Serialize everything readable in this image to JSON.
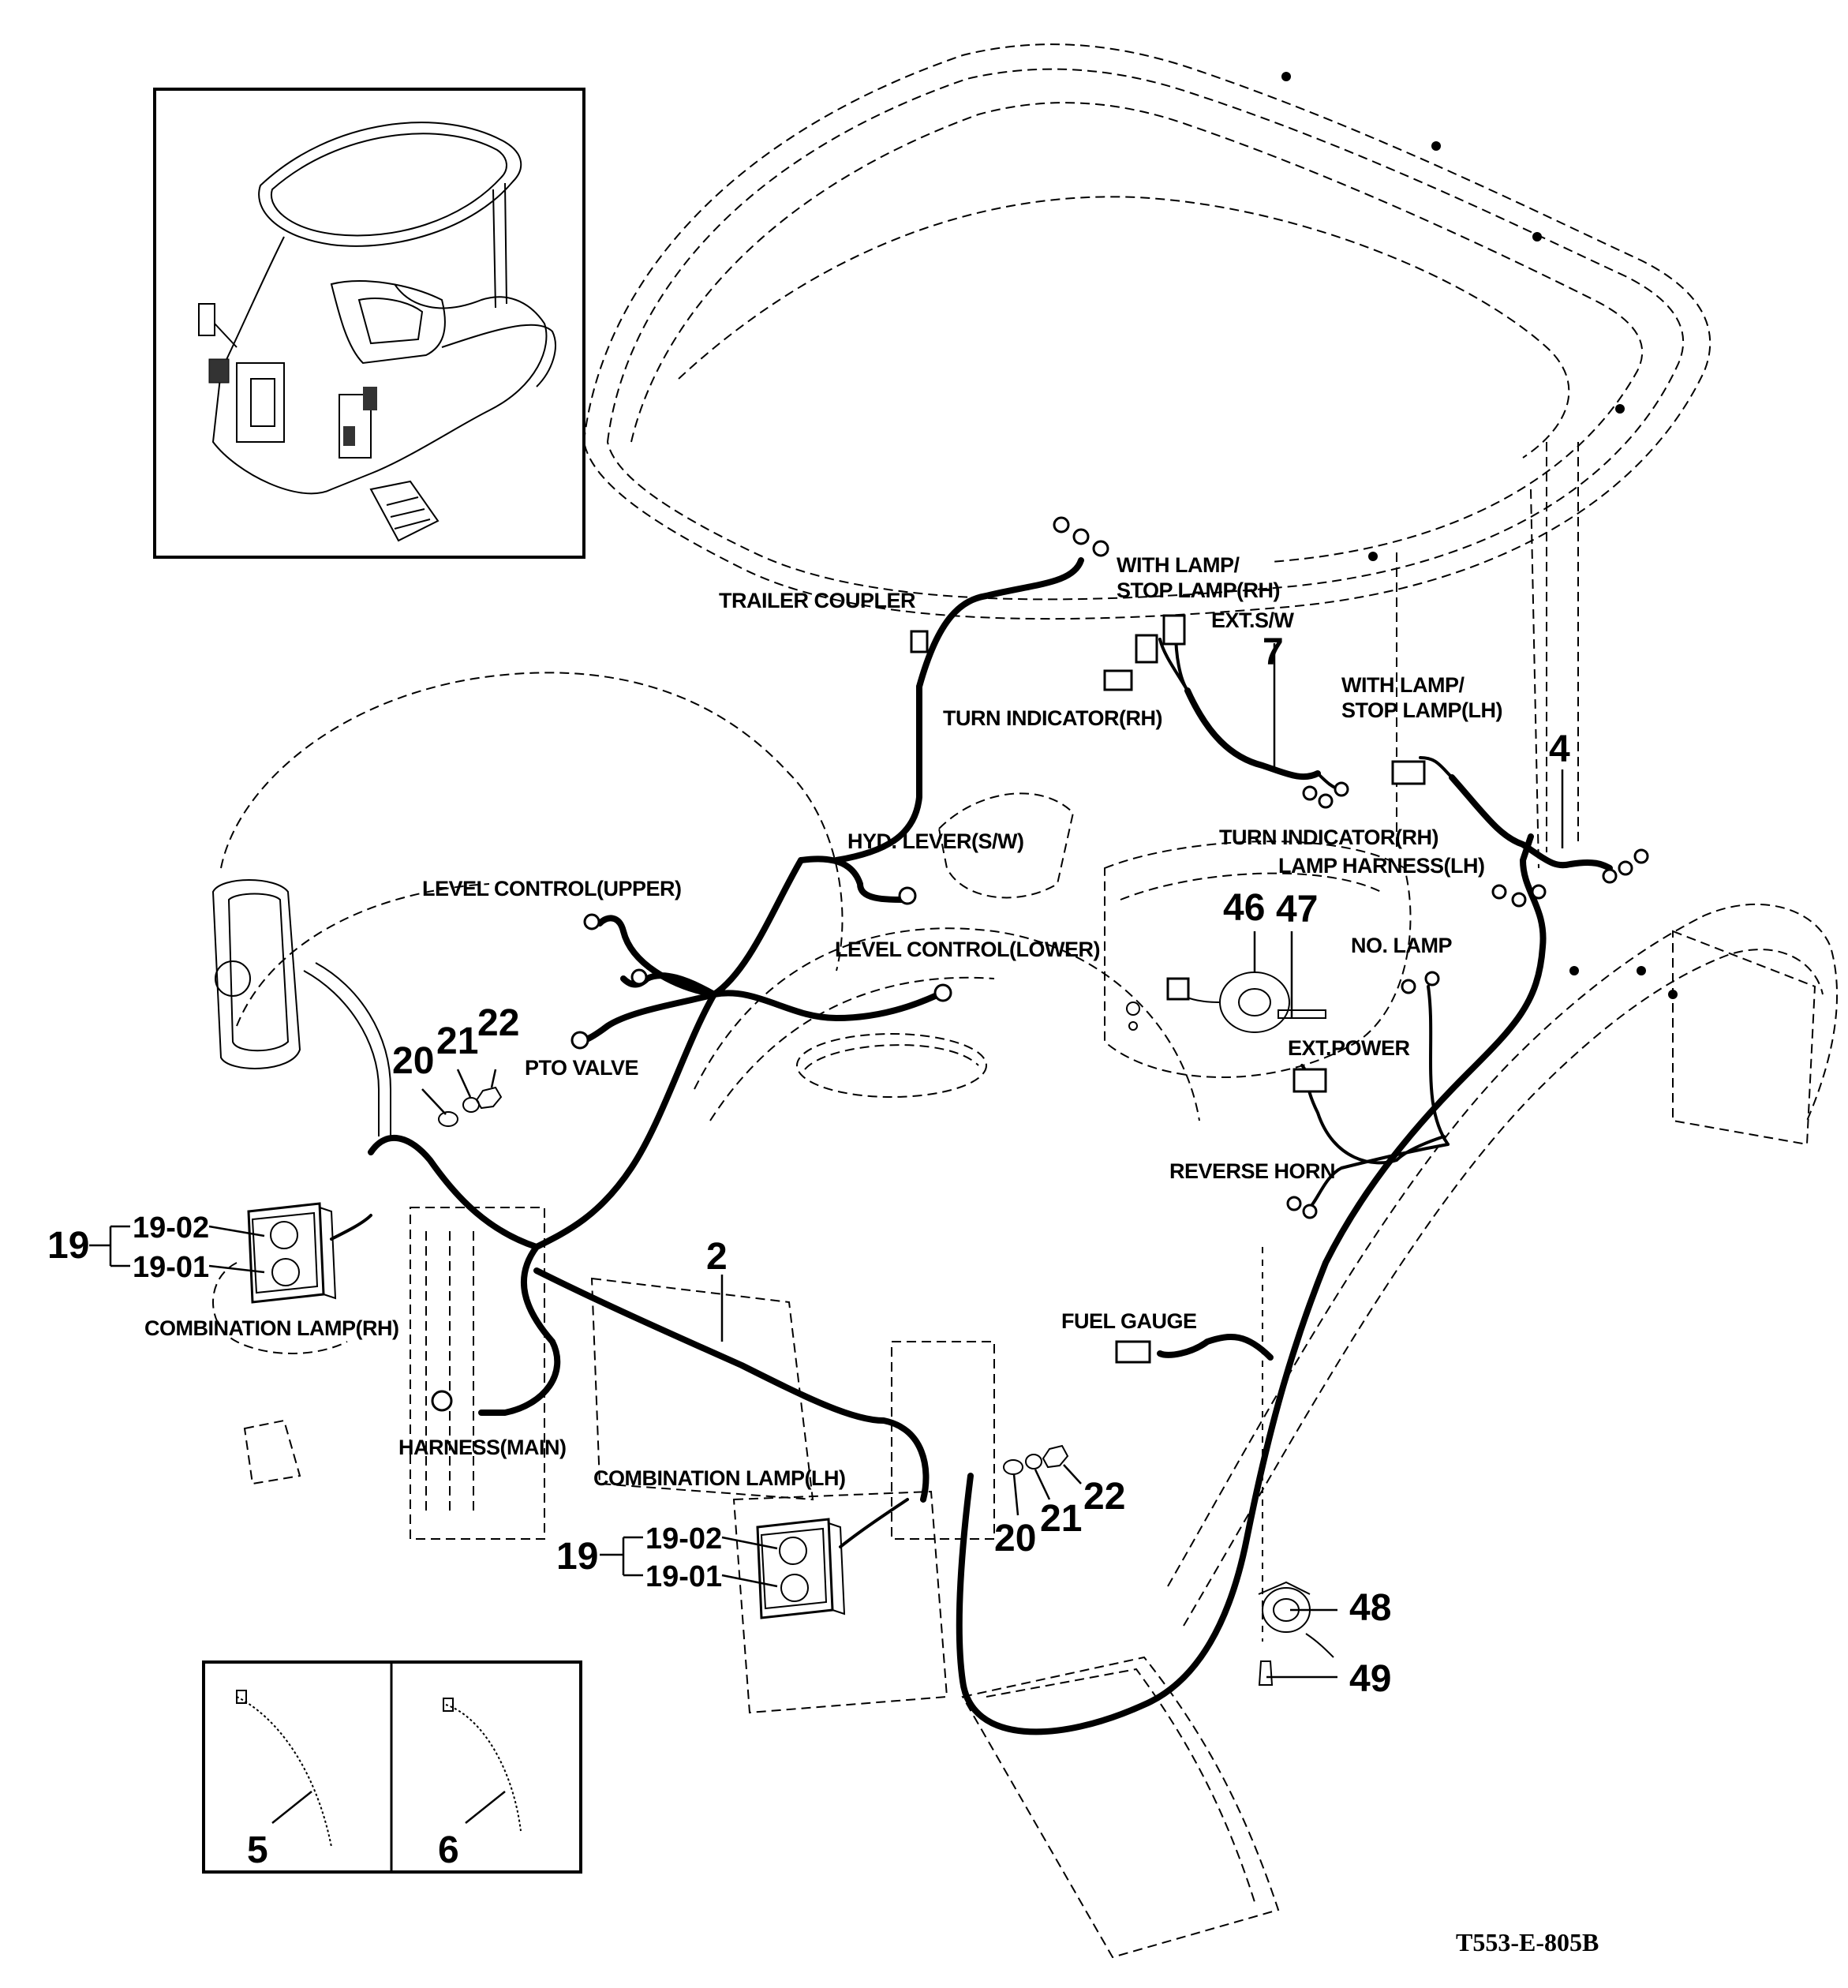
{
  "drawing_code": "T553-E-805B",
  "labels": {
    "trailer_coupler": "TRAILER COUPLER",
    "with_lamp_rh_1": "WITH LAMP/",
    "with_lamp_rh_2": "STOP LAMP(RH)",
    "ext_sw": "EXT.S/W",
    "turn_indicator_rh_a": "TURN INDICATOR(RH)",
    "with_lamp_lh_1": "WITH LAMP/",
    "with_lamp_lh_2": "STOP LAMP(LH)",
    "turn_indicator_rh_b": "TURN INDICATOR(RH)",
    "lamp_harness_lh": "LAMP HARNESS(LH)",
    "hyd_lever": "HYD. LEVER(S/W)",
    "level_control_upper": "LEVEL CONTROL(UPPER)",
    "level_control_lower": "LEVEL CONTROL(LOWER)",
    "pto_valve": "PTO VALVE",
    "no_lamp": "NO. LAMP",
    "ext_power": "EXT.POWER",
    "reverse_horn": "REVERSE HORN",
    "fuel_gauge": "FUEL GAUGE",
    "combination_lamp_rh": "COMBINATION LAMP(RH)",
    "combination_lamp_lh": "COMBINATION LAMP(LH)",
    "harness_main": "HARNESS(MAIN)"
  },
  "part_numbers": {
    "p2": "2",
    "p4": "4",
    "p5": "5",
    "p6": "6",
    "p7": "7",
    "p19_rh": "19",
    "p19_02_rh": "19-02",
    "p19_01_rh": "19-01",
    "p19_lh": "19",
    "p19_02_lh": "19-02",
    "p19_01_lh": "19-01",
    "p20_top": "20",
    "p21_top": "21",
    "p22_top": "22",
    "p20_bot": "20",
    "p21_bot": "21",
    "p22_bot": "22",
    "p46": "46",
    "p47": "47",
    "p48": "48",
    "p49": "49"
  }
}
